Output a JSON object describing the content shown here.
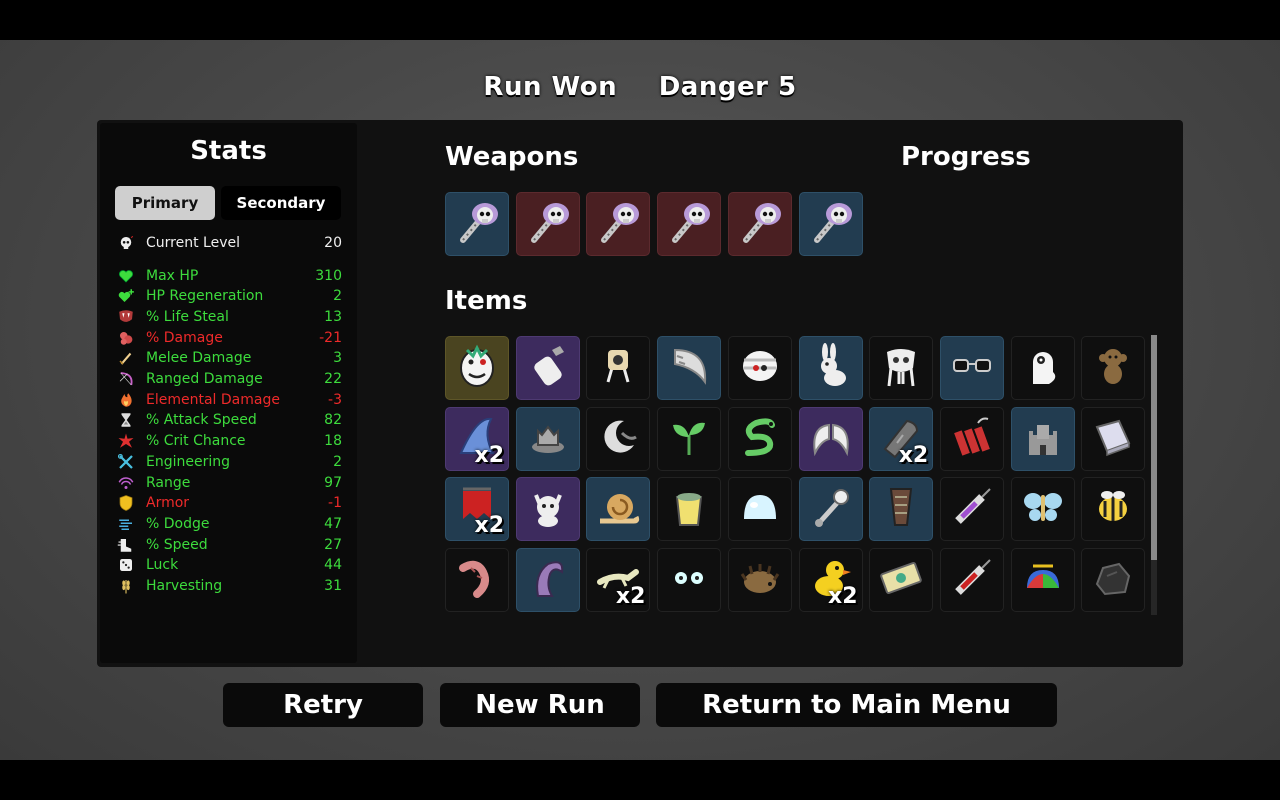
{
  "header": {
    "result": "Run Won",
    "danger": "Danger 5"
  },
  "stats": {
    "title": "Stats",
    "tabs": {
      "primary": "Primary",
      "secondary": "Secondary"
    },
    "level": {
      "label": "Current Level",
      "value": "20",
      "icon": "skull-icon"
    },
    "rows": [
      {
        "label": "Max HP",
        "value": "310",
        "color": "#3ddc3d",
        "icon": "heart-icon"
      },
      {
        "label": "HP Regeneration",
        "value": "2",
        "color": "#3ddc3d",
        "icon": "heart-plus-icon"
      },
      {
        "label": "% Life Steal",
        "value": "13",
        "color": "#3ddc3d",
        "icon": "fangs-icon"
      },
      {
        "label": "% Damage",
        "value": "-21",
        "color": "#ee2a2a",
        "icon": "muscle-icon"
      },
      {
        "label": "Melee Damage",
        "value": "3",
        "color": "#3ddc3d",
        "icon": "sword-icon"
      },
      {
        "label": "Ranged Damage",
        "value": "22",
        "color": "#3ddc3d",
        "icon": "bow-icon"
      },
      {
        "label": "Elemental Damage",
        "value": "-3",
        "color": "#ee2a2a",
        "icon": "flame-icon"
      },
      {
        "label": "% Attack Speed",
        "value": "82",
        "color": "#3ddc3d",
        "icon": "hourglass-icon"
      },
      {
        "label": "% Crit Chance",
        "value": "18",
        "color": "#3ddc3d",
        "icon": "crit-icon"
      },
      {
        "label": "Engineering",
        "value": "2",
        "color": "#3ddc3d",
        "icon": "wrench-icon"
      },
      {
        "label": "Range",
        "value": "97",
        "color": "#3ddc3d",
        "icon": "range-icon"
      },
      {
        "label": "Armor",
        "value": "-1",
        "color": "#ee2a2a",
        "icon": "shield-icon"
      },
      {
        "label": "% Dodge",
        "value": "47",
        "color": "#3ddc3d",
        "icon": "dodge-icon"
      },
      {
        "label": "% Speed",
        "value": "27",
        "color": "#3ddc3d",
        "icon": "boot-icon"
      },
      {
        "label": "Luck",
        "value": "44",
        "color": "#3ddc3d",
        "icon": "dice-icon"
      },
      {
        "label": "Harvesting",
        "value": "31",
        "color": "#3ddc3d",
        "icon": "wheat-icon"
      }
    ]
  },
  "weapons": {
    "title": "Weapons",
    "items": [
      {
        "tier": "blue",
        "icon": "skull-axe-icon"
      },
      {
        "tier": "red",
        "icon": "skull-axe-icon"
      },
      {
        "tier": "red",
        "icon": "skull-axe-icon"
      },
      {
        "tier": "red",
        "icon": "skull-axe-icon"
      },
      {
        "tier": "red",
        "icon": "skull-axe-icon"
      },
      {
        "tier": "blue",
        "icon": "skull-axe-icon"
      }
    ]
  },
  "progress": {
    "title": "Progress"
  },
  "items": {
    "title": "Items",
    "grid": [
      {
        "tier": "gold",
        "icon": "egg-face-icon",
        "qty": ""
      },
      {
        "tier": "purple",
        "icon": "baby-bottle-icon",
        "qty": ""
      },
      {
        "tier": "dark",
        "icon": "turret-icon",
        "qty": ""
      },
      {
        "tier": "blue",
        "icon": "horn-icon",
        "qty": ""
      },
      {
        "tier": "dark",
        "icon": "bandaged-head-icon",
        "qty": ""
      },
      {
        "tier": "blue",
        "icon": "rabbit-icon",
        "qty": ""
      },
      {
        "tier": "dark",
        "icon": "tusk-skull-icon",
        "qty": ""
      },
      {
        "tier": "blue",
        "icon": "glasses-icon",
        "qty": ""
      },
      {
        "tier": "dark",
        "icon": "ghost-icon",
        "qty": ""
      },
      {
        "tier": "dark",
        "icon": "monkey-icon",
        "qty": ""
      },
      {
        "tier": "purple",
        "icon": "shark-fin-icon",
        "qty": "x2"
      },
      {
        "tier": "blue",
        "icon": "crown-tower-icon",
        "qty": ""
      },
      {
        "tier": "dark",
        "icon": "moon-icon",
        "qty": ""
      },
      {
        "tier": "dark",
        "icon": "sprout-icon",
        "qty": ""
      },
      {
        "tier": "dark",
        "icon": "snake-icon",
        "qty": ""
      },
      {
        "tier": "purple",
        "icon": "wings-icon",
        "qty": ""
      },
      {
        "tier": "blue",
        "icon": "whetstone-icon",
        "qty": "x2"
      },
      {
        "tier": "dark",
        "icon": "dynamite-icon",
        "qty": ""
      },
      {
        "tier": "blue",
        "icon": "castle-icon",
        "qty": ""
      },
      {
        "tier": "dark",
        "icon": "book-icon",
        "qty": ""
      },
      {
        "tier": "blue",
        "icon": "banner-icon",
        "qty": "x2"
      },
      {
        "tier": "purple",
        "icon": "cat-icon",
        "qty": ""
      },
      {
        "tier": "blue",
        "icon": "snail-icon",
        "qty": ""
      },
      {
        "tier": "dark",
        "icon": "bucket-icon",
        "qty": ""
      },
      {
        "tier": "dark",
        "icon": "slime-icon",
        "qty": ""
      },
      {
        "tier": "blue",
        "icon": "rattle-icon",
        "qty": ""
      },
      {
        "tier": "blue",
        "icon": "corset-icon",
        "qty": ""
      },
      {
        "tier": "dark",
        "icon": "syringe-purple-icon",
        "qty": ""
      },
      {
        "tier": "dark",
        "icon": "butterfly-icon",
        "qty": ""
      },
      {
        "tier": "dark",
        "icon": "bee-icon",
        "qty": ""
      },
      {
        "tier": "dark",
        "icon": "worm-icon",
        "qty": ""
      },
      {
        "tier": "blue",
        "icon": "tentacle-icon",
        "qty": ""
      },
      {
        "tier": "dark",
        "icon": "lizard-icon",
        "qty": "x2"
      },
      {
        "tier": "dark",
        "icon": "eyes-icon",
        "qty": ""
      },
      {
        "tier": "dark",
        "icon": "hedgehog-icon",
        "qty": ""
      },
      {
        "tier": "dark",
        "icon": "duck-icon",
        "qty": "x2"
      },
      {
        "tier": "dark",
        "icon": "banknote-icon",
        "qty": ""
      },
      {
        "tier": "dark",
        "icon": "syringe-red-icon",
        "qty": ""
      },
      {
        "tier": "dark",
        "icon": "propeller-hat-icon",
        "qty": ""
      },
      {
        "tier": "dark",
        "icon": "rock-icon",
        "qty": ""
      }
    ]
  },
  "buttons": {
    "retry": "Retry",
    "new_run": "New Run",
    "main_menu": "Return to Main Menu"
  },
  "colors": {
    "positive": "#3ddc3d",
    "negative": "#ee2a2a",
    "tier_blue": "#223c50",
    "tier_red": "#4a1f22",
    "tier_purple": "#3d2b5e",
    "tier_gold": "#4a4420"
  }
}
